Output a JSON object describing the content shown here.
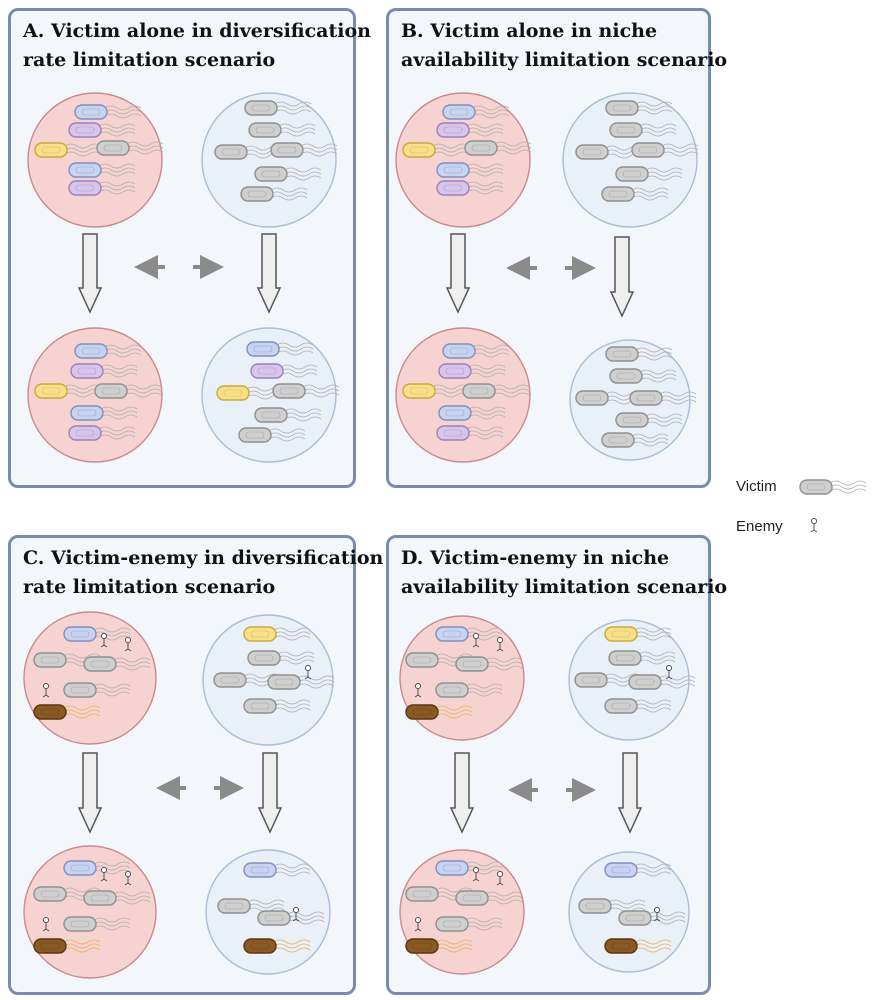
{
  "panels": [
    {
      "id": "A",
      "title_line1": "A. Victim alone in diversification",
      "title_line2": "rate limitation scenario"
    },
    {
      "id": "B",
      "title_line1": "B. Victim alone in niche",
      "title_line2": "availability limitation scenario"
    },
    {
      "id": "C",
      "title_line1": "C. Victim-enemy in diversification",
      "title_line2": "rate limitation scenario"
    },
    {
      "id": "D",
      "title_line1": "D. Victim-enemy in niche",
      "title_line2": "availability limitation scenario"
    }
  ],
  "legend": {
    "victim_label": "Victim",
    "enemy_label": "Enemy"
  },
  "colors": {
    "panel_border": "#7a8bb0",
    "panel_fill": "#f3f6fb",
    "red_circle_fill": "#f6d3d0",
    "red_circle_stroke": "#c98a8a",
    "blue_circle_fill": "#eaf0f7",
    "blue_circle_stroke": "#a9bdd3",
    "cell_blue": "#c7d3ef",
    "cell_purple": "#d9c5ea",
    "cell_yellow": "#f6e08a",
    "cell_gray": "#cfcfcf",
    "cell_brown": "#8a5a24",
    "arrow_gray": "#8a8a8a"
  }
}
